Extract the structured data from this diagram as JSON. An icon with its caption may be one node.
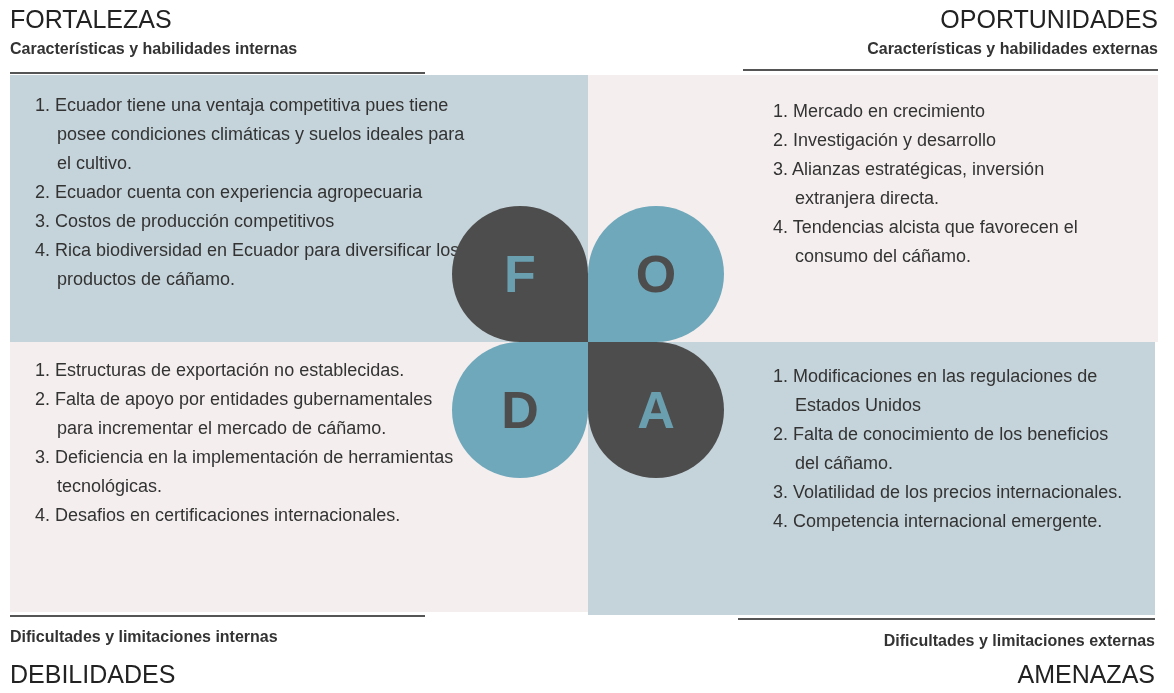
{
  "diagram": {
    "nodes": [
      {
        "text": [
          "FORTALEZAS",
          "Características y habilidades internas",
          "1. Ecuador tiene una ventaja competitiva pues tiene posee condiciones climáticas y suelos ideales para el cultivo.",
          "2. Ecuador cuenta con experiencia agropecuaria",
          "3. Costos de producción competitivos",
          "4. Rica biodiversidad en Ecuador para diversificar los productos de cáñamo."
        ]
      },
      {
        "text": [
          "OPORTUNIDADES",
          "Características y habilidades externas",
          "1. Mercado en crecimiento",
          "2. Investigación y desarrollo",
          "3. Alianzas estratégicas, inversión extranjera directa.",
          "4. Tendencias alcista que favorecen el consumo del cáñamo."
        ]
      },
      {
        "text": [
          "1. Estructuras de exportación no establecidas.",
          "2. Falta de apoyo por entidades gubernamentales para incrementar el mercado de cáñamo.",
          "3. Deficiencia en la implementación de herramientas tecnológicas.",
          "4. Desafios en certificaciones internacionales.",
          "Dificultades y limitaciones internas",
          "DEBILIDADES"
        ]
      },
      {
        "text": [
          "1. Modificaciones en las regulaciones de Estados Unidos",
          "2. Falta de conocimiento de los beneficios del cáñamo.",
          "3. Volatilidad de los precios internacionales.",
          "4. Competencia internacional emergente.",
          "Dificultades y limitaciones externas",
          "AMENAZAS"
        ]
      },
      {
        "text": [
          "F"
        ],
        "in": 0
      },
      {
        "text": [
          "O"
        ],
        "in": 1
      },
      {
        "text": [
          "D"
        ],
        "in": 2
      },
      {
        "text": [
          "A"
        ],
        "in": 3
      }
    ]
  }
}
